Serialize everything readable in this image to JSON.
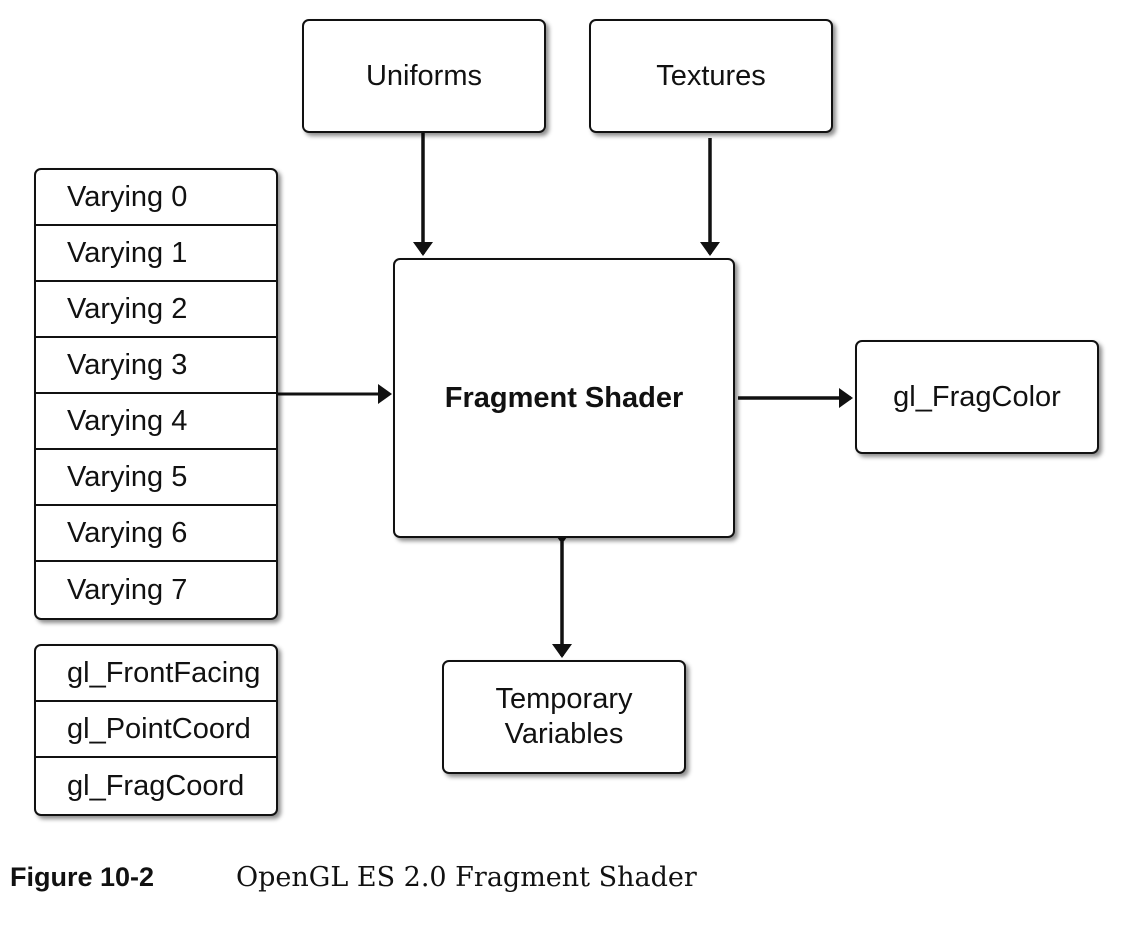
{
  "diagram": {
    "uniforms": "Uniforms",
    "textures": "Textures",
    "fragment_shader": "Fragment Shader",
    "output": "gl_FragColor",
    "temporary_line1": "Temporary",
    "temporary_line2": "Variables",
    "varyings": [
      "Varying 0",
      "Varying 1",
      "Varying 2",
      "Varying 3",
      "Varying 4",
      "Varying 5",
      "Varying 6",
      "Varying 7"
    ],
    "builtins": [
      "gl_FrontFacing",
      "gl_PointCoord",
      "gl_FragCoord"
    ]
  },
  "caption": {
    "number": "Figure 10-2",
    "title": "OpenGL ES 2.0 Fragment Shader"
  },
  "colors": {
    "stroke": "#111111",
    "background": "#ffffff"
  }
}
